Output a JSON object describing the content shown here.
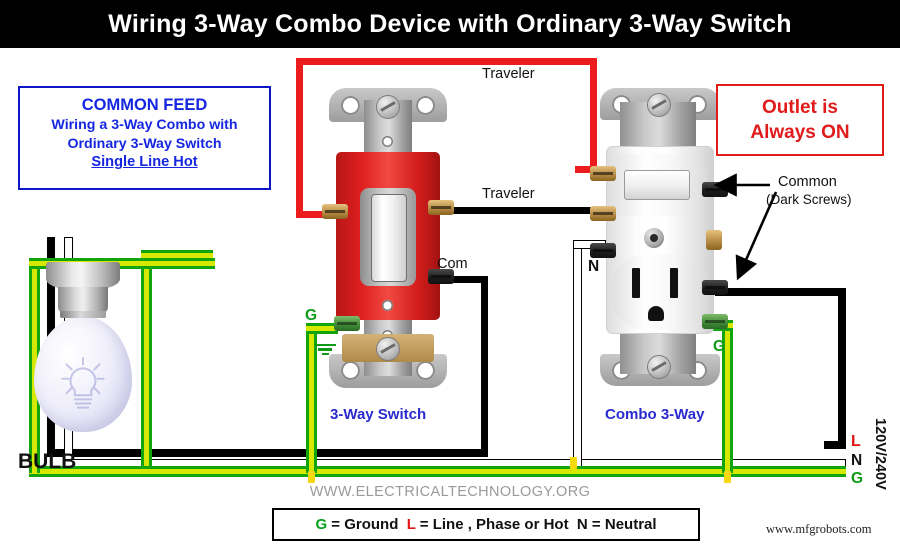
{
  "title": "Wiring 3-Way Combo Device with Ordinary 3-Way Switch",
  "common_feed_box": {
    "header": "COMMON FEED",
    "line1": "Wiring a 3-Way Combo with",
    "line2": "Ordinary 3-Way Switch",
    "line3": "Single Line Hot"
  },
  "outlet_box": {
    "line1": "Outlet is",
    "line2": "Always ON"
  },
  "labels": {
    "traveler_top": "Traveler",
    "traveler_bottom": "Traveler",
    "com": "Com",
    "common_title": "Common",
    "common_sub": "(Dark Screws)",
    "ground_switch": "G",
    "ground_combo": "G",
    "neutral_combo": "N",
    "bulb": "BULB",
    "switch_device": "3-Way Switch",
    "combo_device": "Combo 3-Way"
  },
  "supply": {
    "line": "L",
    "neutral": "N",
    "ground": "G",
    "voltage": "120V/240V"
  },
  "legend": {
    "g_key": "G",
    "g_text": " = Ground  ",
    "l_key": "L",
    "l_text": " = Line , Phase or Hot  ",
    "n_key": "N",
    "n_text": " = Neutral"
  },
  "watermark": "WWW.ELECTRICALTECHNOLOGY.ORG",
  "site_url": "www.mfgrobots.com",
  "colors": {
    "hot": "#000000",
    "traveler_red": "#ed1c1c",
    "neutral_white": "#ffffff",
    "ground_green": "#13a510",
    "ground_stripe": "#d7e800",
    "box_blue": "#1426e0",
    "box_red": "#e01b1b",
    "device_label_blue": "#2a2ad1"
  }
}
